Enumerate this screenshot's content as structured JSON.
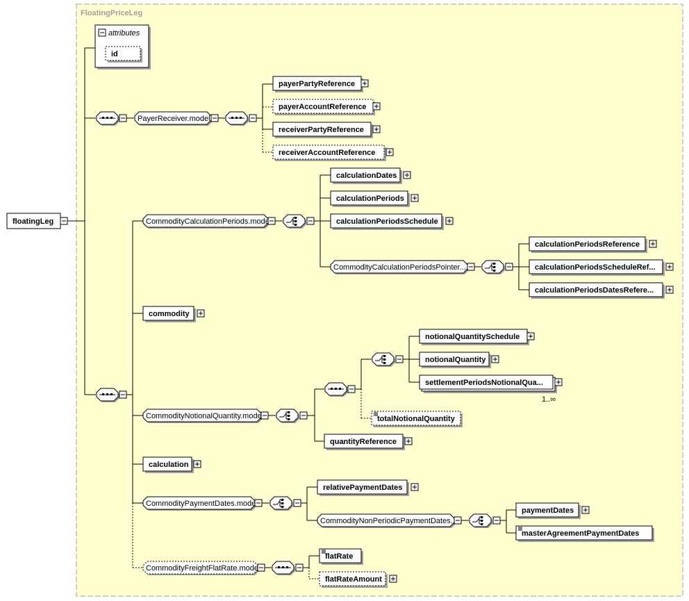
{
  "container_title": "FloatingPriceLeg",
  "root": {
    "label": "floatingLeg"
  },
  "attributes": {
    "title": "attributes",
    "items": [
      "id"
    ]
  },
  "payer_receiver": {
    "group": "PayerReceiver.model",
    "elements": [
      "payerPartyReference",
      "payerAccountReference",
      "receiverPartyReference",
      "receiverAccountReference"
    ]
  },
  "calc_periods": {
    "group": "CommodityCalculationPeriods.model",
    "elements": [
      "calculationDates",
      "calculationPeriods",
      "calculationPeriodsSchedule"
    ],
    "pointer_group": "CommodityCalculationPeriodsPointer....",
    "pointer_elements": [
      "calculationPeriodsReference",
      "calculationPeriodsScheduleRef...",
      "calculationPeriodsDatesRefere..."
    ]
  },
  "commodity": "commodity",
  "notional": {
    "group": "CommodityNotionalQuantity.model",
    "choice_elements": [
      "notionalQuantitySchedule",
      "notionalQuantity",
      "settlementPeriodsNotionalQua..."
    ],
    "cardinality": "1..∞",
    "total": "totalNotionalQuantity",
    "quantity_reference": "quantityReference"
  },
  "calculation": "calculation",
  "payment_dates": {
    "group": "CommodityPaymentDates.model",
    "relative": "relativePaymentDates",
    "non_periodic_group": "CommodityNonPeriodicPaymentDates...",
    "non_periodic_elements": [
      "paymentDates",
      "masterAgreementPaymentDates"
    ]
  },
  "freight": {
    "group": "CommodityFreightFlatRate.model",
    "elements": [
      "flatRate",
      "flatRateAmount"
    ]
  },
  "colors": {
    "container_bg": "#ffffd0",
    "container_border": "#a0a0a0",
    "box_border": "#000000"
  }
}
